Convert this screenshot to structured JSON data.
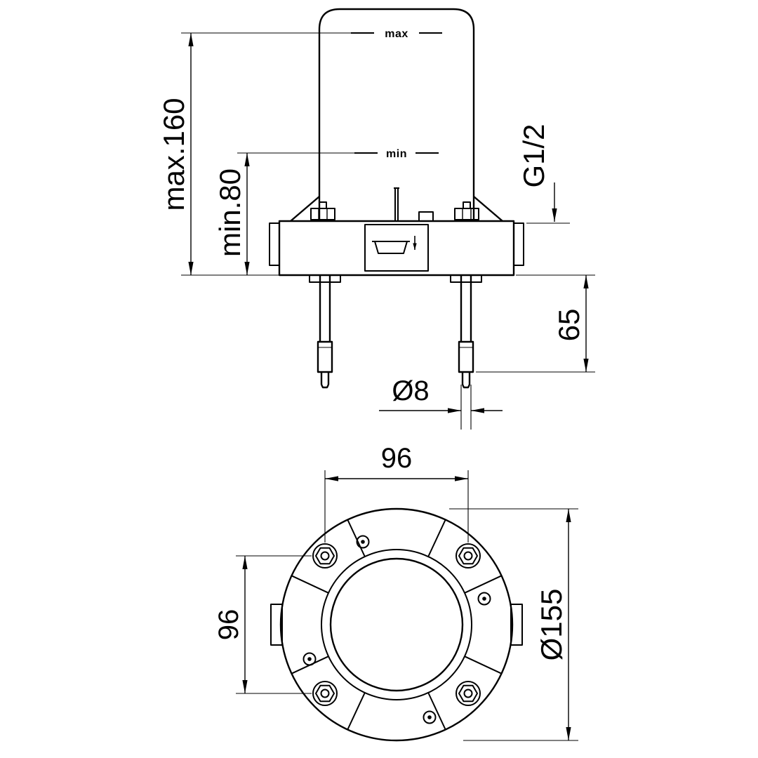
{
  "colors": {
    "line": "#000000",
    "background": "#ffffff"
  },
  "elevation": {
    "level_max_label": "max",
    "level_min_label": "min",
    "dim_overall_height": "max.160",
    "dim_min_height": "min.80",
    "dim_thread": "G1/2",
    "dim_stud_projection": "65",
    "dim_stud_diameter": "Ø8"
  },
  "plan": {
    "dim_bolt_spacing_horizontal": "96",
    "dim_bolt_spacing_vertical": "96",
    "dim_flange_diameter": "Ø155"
  }
}
